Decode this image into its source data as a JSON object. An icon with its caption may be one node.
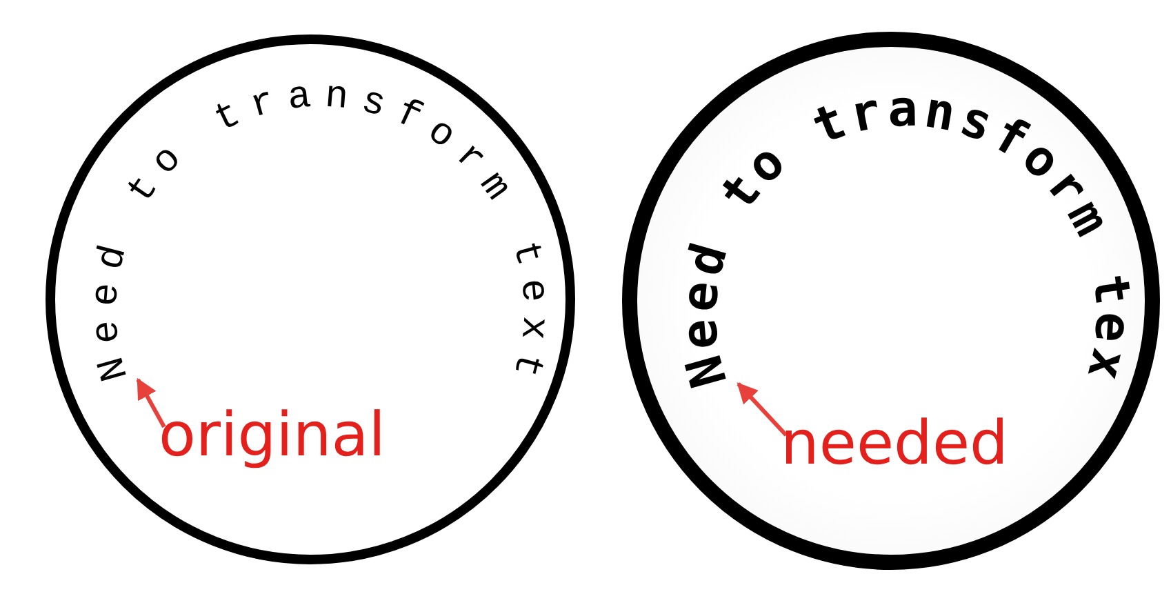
{
  "diagram": {
    "nodes": [
      {
        "text": [],
        "shape": "circle"
      },
      {
        "text": [
          "Need to transform text"
        ],
        "in": 0
      },
      {
        "text": [
          "original"
        ],
        "in": 0
      },
      {
        "text": [],
        "shape": "circle"
      },
      {
        "text": [
          "Need to transform text"
        ],
        "in": 3
      },
      {
        "text": [
          "needed"
        ],
        "in": 3
      }
    ],
    "edges": [
      {
        "from": 2,
        "to": 1,
        "arrow": "to",
        "color": "#e8413c"
      },
      {
        "from": 5,
        "to": 4,
        "arrow": "to",
        "color": "#e8413c"
      }
    ]
  }
}
